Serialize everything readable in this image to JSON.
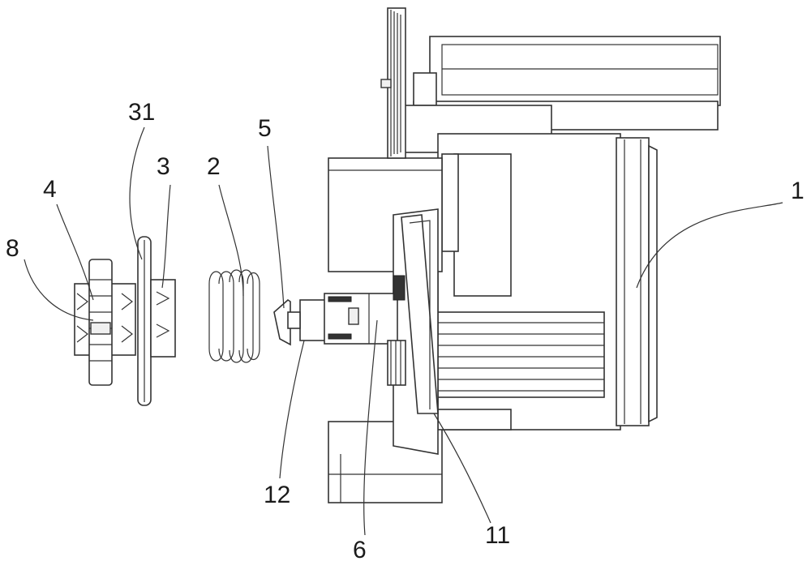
{
  "labels": [
    {
      "id": "1",
      "text": "1"
    },
    {
      "id": "2",
      "text": "2"
    },
    {
      "id": "3",
      "text": "3"
    },
    {
      "id": "4",
      "text": "4"
    },
    {
      "id": "5",
      "text": "5"
    },
    {
      "id": "6",
      "text": "6"
    },
    {
      "id": "8",
      "text": "8"
    },
    {
      "id": "11",
      "text": "11"
    },
    {
      "id": "12",
      "text": "12"
    },
    {
      "id": "31",
      "text": "31"
    }
  ]
}
